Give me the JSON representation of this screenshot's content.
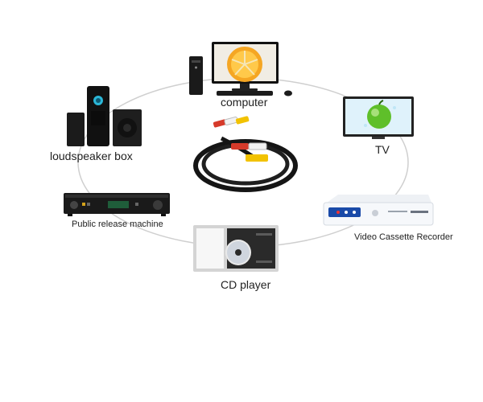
{
  "labels": {
    "computer": "computer",
    "tv": "TV",
    "loudspeaker": "loudspeaker box",
    "public_release": "Public release machine",
    "vcr": "Video Cassette Recorder",
    "cd_player": "CD player"
  },
  "icons": {
    "computer": "desktop-computer-icon",
    "tv": "tv-icon",
    "loudspeaker": "loudspeaker-icon",
    "public_release": "amplifier-icon",
    "vcr": "vcr-icon",
    "cd_player": "cd-player-icon",
    "cable": "rca-cable-icon"
  },
  "colors": {
    "ring": "#cfcfcf",
    "cable_red": "#d63a2a",
    "cable_white": "#f2f2f2",
    "cable_yellow": "#f2c200"
  }
}
